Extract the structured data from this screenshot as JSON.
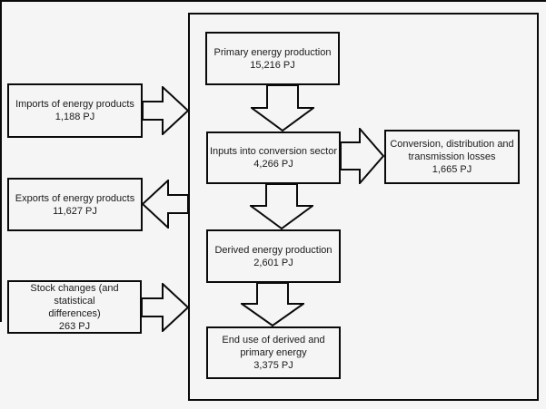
{
  "colors": {
    "background": "#f5f5f5",
    "line": "#0a0a0a",
    "text": "#1a1a1a"
  },
  "boxes": {
    "imports": {
      "lines": [
        "Imports of energy products",
        "1,188 PJ"
      ],
      "value_pj": 1188
    },
    "exports": {
      "lines": [
        "Exports of energy products",
        "11,627 PJ"
      ],
      "value_pj": 11627
    },
    "stock_changes": {
      "lines": [
        "Stock changes (and statistical",
        "differences)",
        "263 PJ"
      ],
      "value_pj": 263
    },
    "primary_production": {
      "lines": [
        "Primary energy production",
        "15,216 PJ"
      ],
      "value_pj": 15216
    },
    "conversion_inputs": {
      "lines": [
        "Inputs into conversion sector",
        "4,266 PJ"
      ],
      "value_pj": 4266
    },
    "conversion_losses": {
      "lines": [
        "Conversion, distribution and",
        "transmission losses",
        "1,665 PJ"
      ],
      "value_pj": 1665
    },
    "derived_production": {
      "lines": [
        "Derived energy production",
        "2,601 PJ"
      ],
      "value_pj": 2601
    },
    "end_use": {
      "lines": [
        "End use of derived and",
        "primary energy",
        "3,375 PJ"
      ],
      "value_pj": 3375
    }
  },
  "arrows": [
    {
      "name": "imports-into-sector",
      "direction": "right"
    },
    {
      "name": "sector-to-exports",
      "direction": "left"
    },
    {
      "name": "stock-changes-into-sector",
      "direction": "right"
    },
    {
      "name": "primary-to-inputs",
      "direction": "down"
    },
    {
      "name": "inputs-to-losses",
      "direction": "right"
    },
    {
      "name": "inputs-to-derived",
      "direction": "down"
    },
    {
      "name": "derived-to-enduse",
      "direction": "down"
    }
  ]
}
